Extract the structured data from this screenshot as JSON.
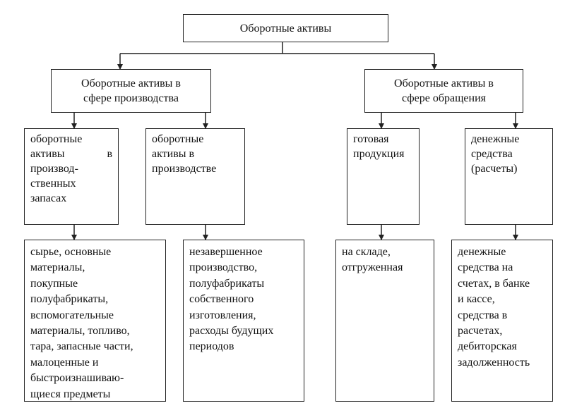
{
  "root": {
    "label": "Оборотные активы"
  },
  "production": {
    "label": "Оборотные активы в\nсфере производства",
    "inventory": {
      "label_lines": [
        "оборотные",
        "активы в",
        "производ-",
        "ственных",
        "запасах"
      ],
      "detail": "сырье, основные\nматериалы,\nпокупные\nполуфабрикаты,\nвспомогательные\nматериалы, топливо,\nтара, запасные части,\nмалоценные и\nбыстроизнашиваю-\nщиеся предметы"
    },
    "in_process": {
      "label": "оборотные\nактивы в\nпроизводстве",
      "detail": "незавершенное\nпроизводство,\nполуфабрикаты\nсобственного\nизготовления,\nрасходы будущих\nпериодов"
    }
  },
  "circulation": {
    "label": "Оборотные активы в\nсфере обращения",
    "finished_goods": {
      "label": "готовая\nпродукция",
      "detail": "на складе,\nотгруженная"
    },
    "cash": {
      "label": "денежные\nсредства\n(расчеты)",
      "detail": "денежные\nсредства на\nсчетах, в банке\nи кассе,\nсредства в\nрасчетах,\nдебиторская\nзадолженность"
    }
  }
}
